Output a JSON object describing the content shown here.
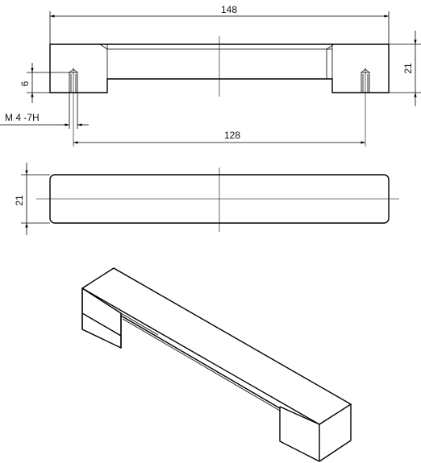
{
  "dimensions": {
    "overall_length": "148",
    "height_front": "21",
    "hole_depth": "6",
    "thread_spec": "M 4 -7H",
    "hole_spacing": "128",
    "height_top": "21"
  },
  "colors": {
    "line": "#000000",
    "background": "#ffffff"
  }
}
